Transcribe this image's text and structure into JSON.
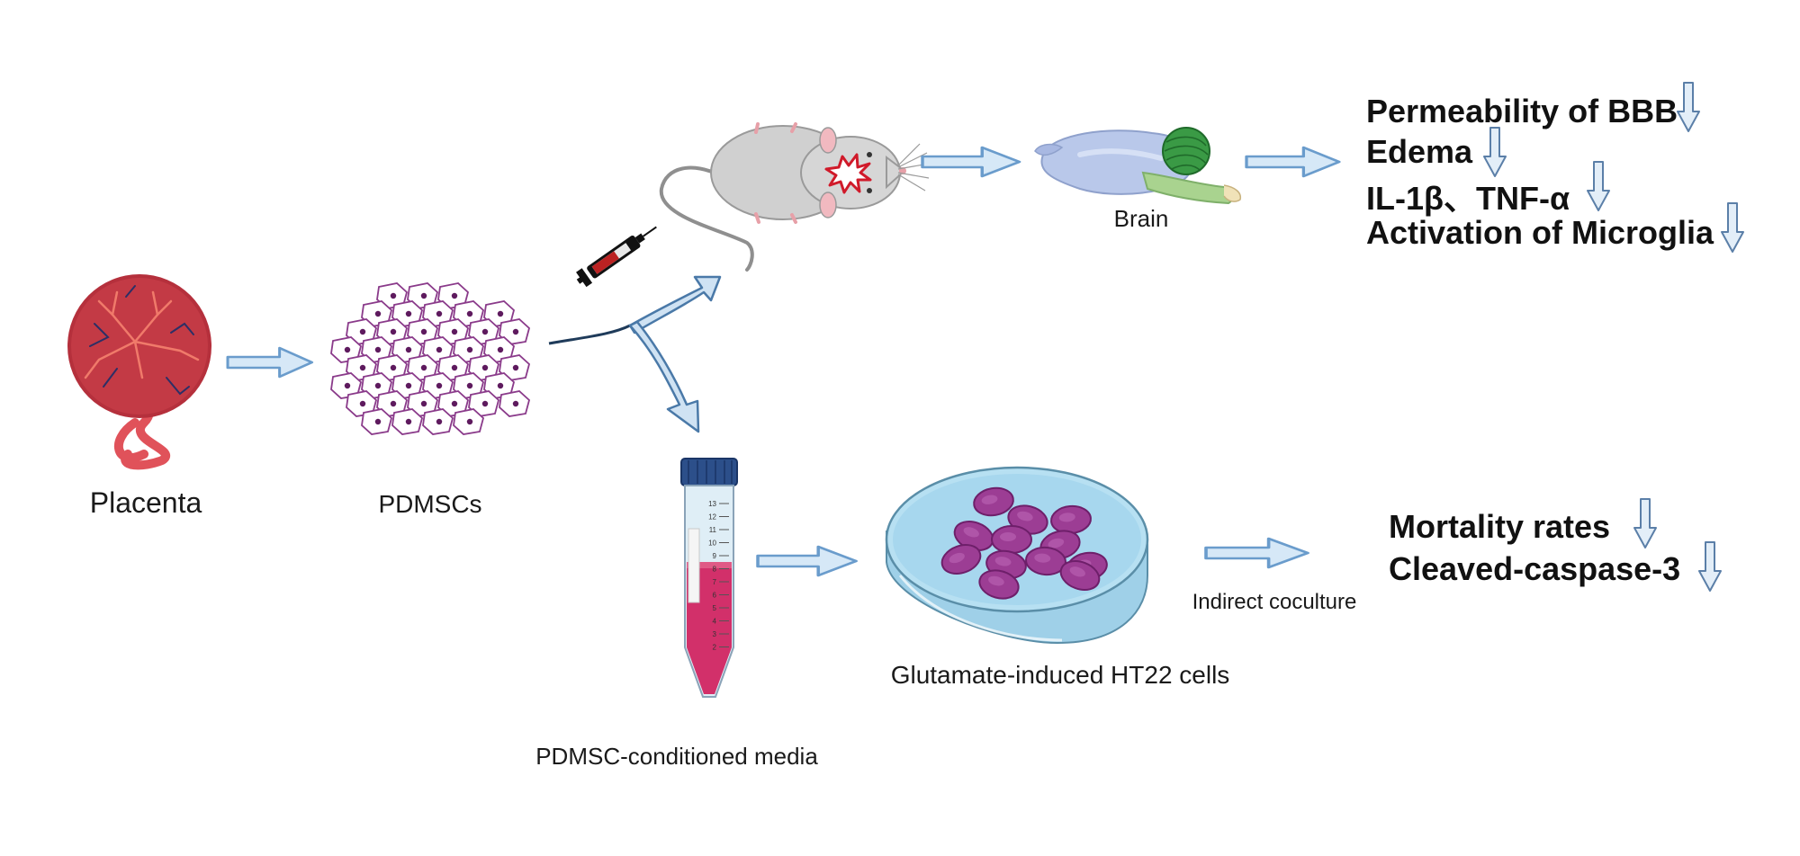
{
  "labels": {
    "placenta": "Placenta",
    "pdmscs": "PDMSCs",
    "brain": "Brain",
    "conditioned_media": "PDMSC-conditioned media",
    "ht22": "Glutamate-induced HT22 cells",
    "indirect_coculture": "Indirect coculture"
  },
  "in_vivo_outcomes": [
    "Permeability of BBB",
    "Edema",
    "IL-1β、TNF-α",
    "Activation of Microglia"
  ],
  "in_vitro_outcomes": [
    "Mortality rates",
    "Cleaved-caspase-3"
  ],
  "tube_scale": [
    "13",
    "12",
    "11",
    "10",
    "9",
    "8",
    "7",
    "6",
    "5",
    "4",
    "3",
    "2"
  ],
  "colors": {
    "arrow_fill": "#d6e8f7",
    "arrow_stroke": "#6a9ccc",
    "placenta": "#b5303c",
    "cells": "#7a2a7a",
    "dish_liquid": "#a7d7ee",
    "ht22_cell": "#9c3d94",
    "media": "#d2306a"
  },
  "icons": [
    "down-arrow-icon",
    "block-arrow-icon",
    "mouse-icon",
    "syringe-icon",
    "brain-icon",
    "petri-dish-icon",
    "tube-icon"
  ]
}
